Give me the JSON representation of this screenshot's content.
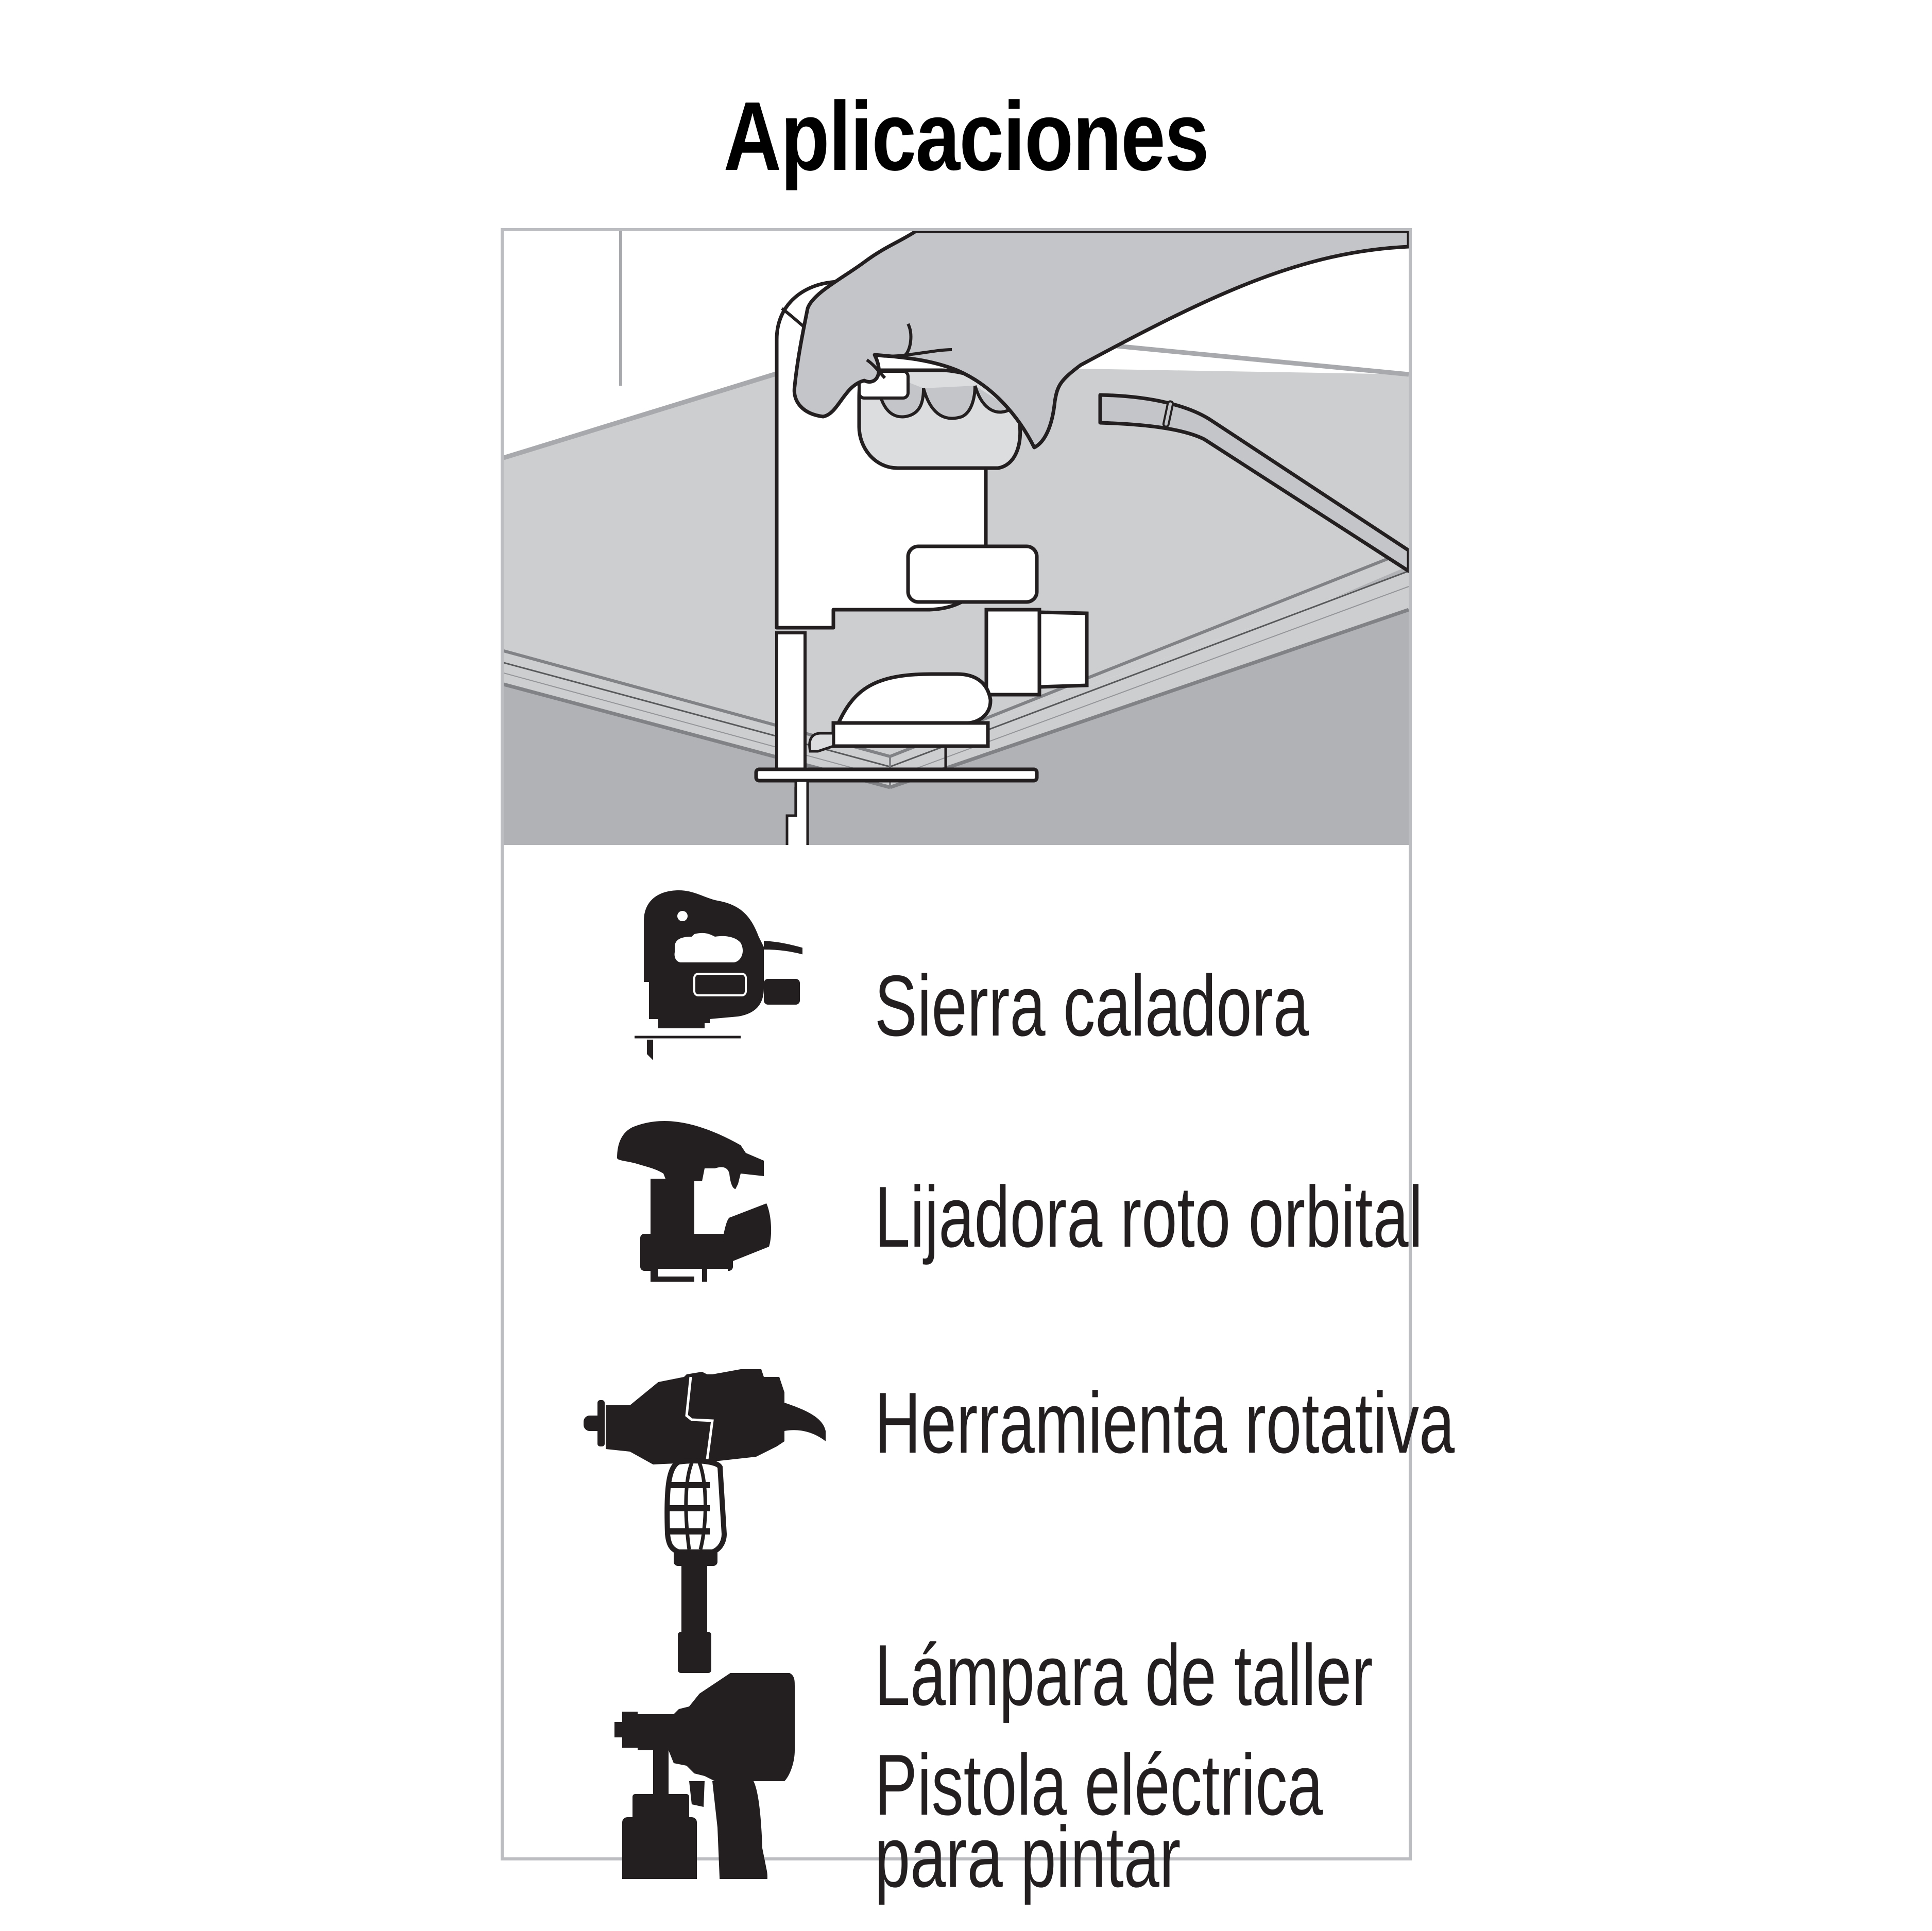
{
  "title": "Aplicaciones",
  "illustration": {
    "description": "Hand operating a jigsaw cutting a wooden board on a workbench",
    "colors": {
      "wall": "#ffffff",
      "table_top": "#cdcecf",
      "cabinet": "#b1b2b5",
      "hand": "#c4c5c8",
      "outline": "#231f20",
      "frame": "#bcbdc0"
    }
  },
  "applications": [
    {
      "icon": "jigsaw-icon",
      "label": "Sierra caladora"
    },
    {
      "icon": "orbital-sander-icon",
      "label": "Lijadora roto orbital"
    },
    {
      "icon": "rotary-tool-icon",
      "label": "Herramienta rotativa"
    },
    {
      "icon": "work-lamp-icon",
      "label": "Lámpara de taller"
    },
    {
      "icon": "paint-spray-gun-icon",
      "label_line1": "Pistola eléctrica",
      "label_line2": "para pintar"
    }
  ],
  "colors": {
    "text": "#231f20",
    "title": "#000000",
    "icon_fill": "#231f20",
    "panel_border": "#bcbdc0"
  }
}
